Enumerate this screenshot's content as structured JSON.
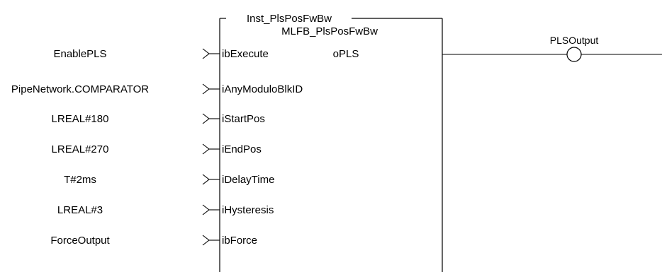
{
  "block": {
    "instance_name": "Inst_PlsPosFwBw",
    "type_name": "MLFB_PlsPosFwBw"
  },
  "inputs": [
    {
      "variable": "EnablePLS",
      "pin": "ibExecute"
    },
    {
      "variable": "PipeNetwork.COMPARATOR",
      "pin": "iAnyModuloBlkID"
    },
    {
      "variable": "LREAL#180",
      "pin": "iStartPos"
    },
    {
      "variable": "LREAL#270",
      "pin": "iEndPos"
    },
    {
      "variable": "T#2ms",
      "pin": "iDelayTime"
    },
    {
      "variable": "LREAL#3",
      "pin": "iHysteresis"
    },
    {
      "variable": "ForceOutput",
      "pin": "ibForce"
    }
  ],
  "outputs": [
    {
      "pin": "oPLS",
      "coil_variable": "PLSOutput",
      "coil_symbol": "contact-coil"
    }
  ],
  "colors": {
    "line": "#000000",
    "text": "#000000",
    "background": "#ffffff"
  }
}
